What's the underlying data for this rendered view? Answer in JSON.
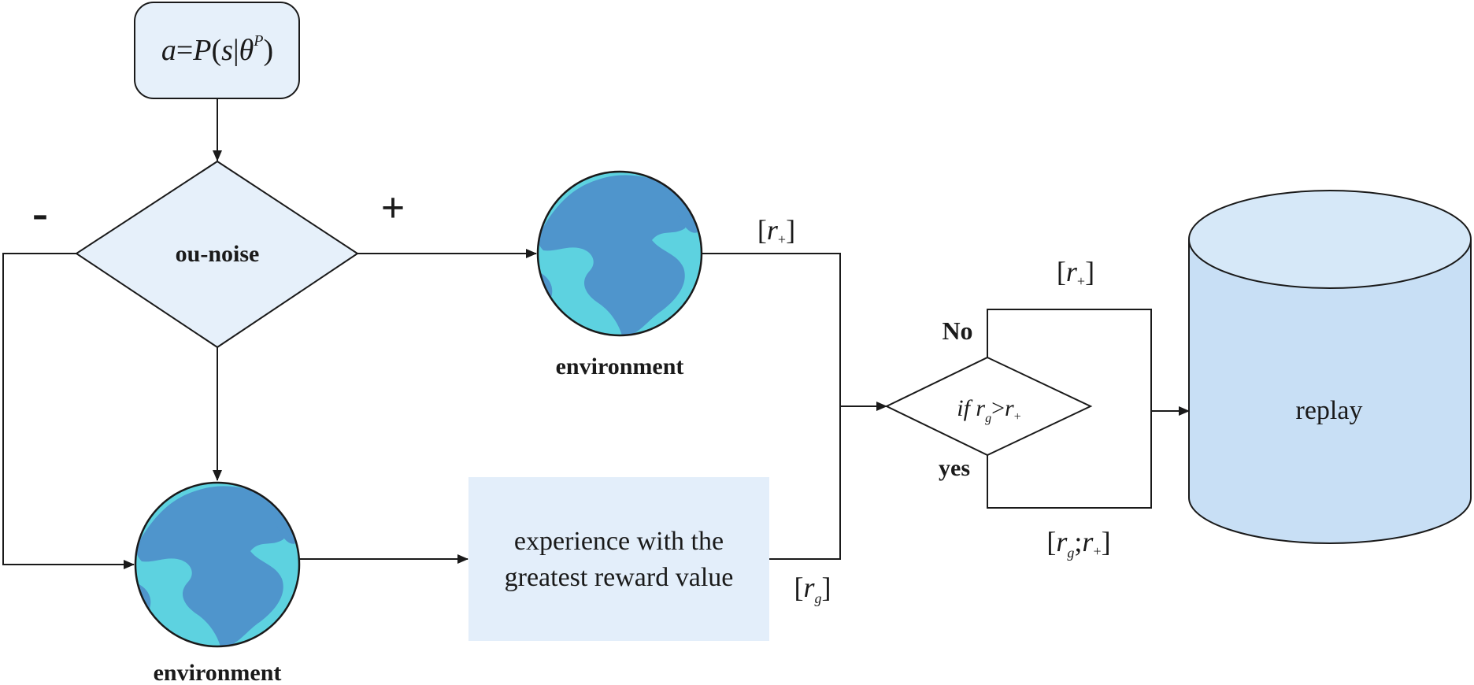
{
  "colors": {
    "box_fill": "#e6f0fa",
    "line": "#1a1a1a",
    "cylinder_fill": "#c8dff5",
    "cylinder_top": "#d6e8f8",
    "globe_ocean": "#5dd2e0",
    "globe_land": "#4f95cc",
    "experience_fill": "#e3eefa"
  },
  "icons": {
    "globe_top": "globe-icon",
    "globe_bottom": "globe-icon",
    "database": "database-cylinder-icon"
  },
  "nodes": {
    "policy": {
      "a": "a",
      "eq": "=",
      "P": "P",
      "open": "(",
      "s": "s",
      "bar": "|",
      "theta": "θ",
      "theta_sup": "P",
      "close": ")"
    },
    "ou_noise": {
      "label": "ou-noise"
    },
    "env_top": {
      "label": "environment"
    },
    "env_bottom": {
      "label": "environment"
    },
    "experience": {
      "line1": "experience with the",
      "line2": "greatest reward value"
    },
    "decision": {
      "if": "if",
      "r": "r",
      "sub_g": "g",
      "gt": ">",
      "r2": "r",
      "sub_plus": "+"
    },
    "replay": {
      "label": "replay"
    }
  },
  "labels": {
    "minus": "-",
    "plus": "+",
    "no": "No",
    "yes": "yes",
    "r_plus_env": {
      "open": "[",
      "r": "r",
      "sub": "+",
      "close": "]"
    },
    "r_plus_no": {
      "open": "[",
      "r": "r",
      "sub": "+",
      "close": "]"
    },
    "r_g_exp": {
      "open": "[",
      "r": "r",
      "sub": "g",
      "close": "]"
    },
    "r_g_r_plus": {
      "open": "[",
      "r1": "r",
      "sub1": "g",
      "semi": ";",
      "r2": "r",
      "sub2": "+",
      "close": "]"
    }
  }
}
